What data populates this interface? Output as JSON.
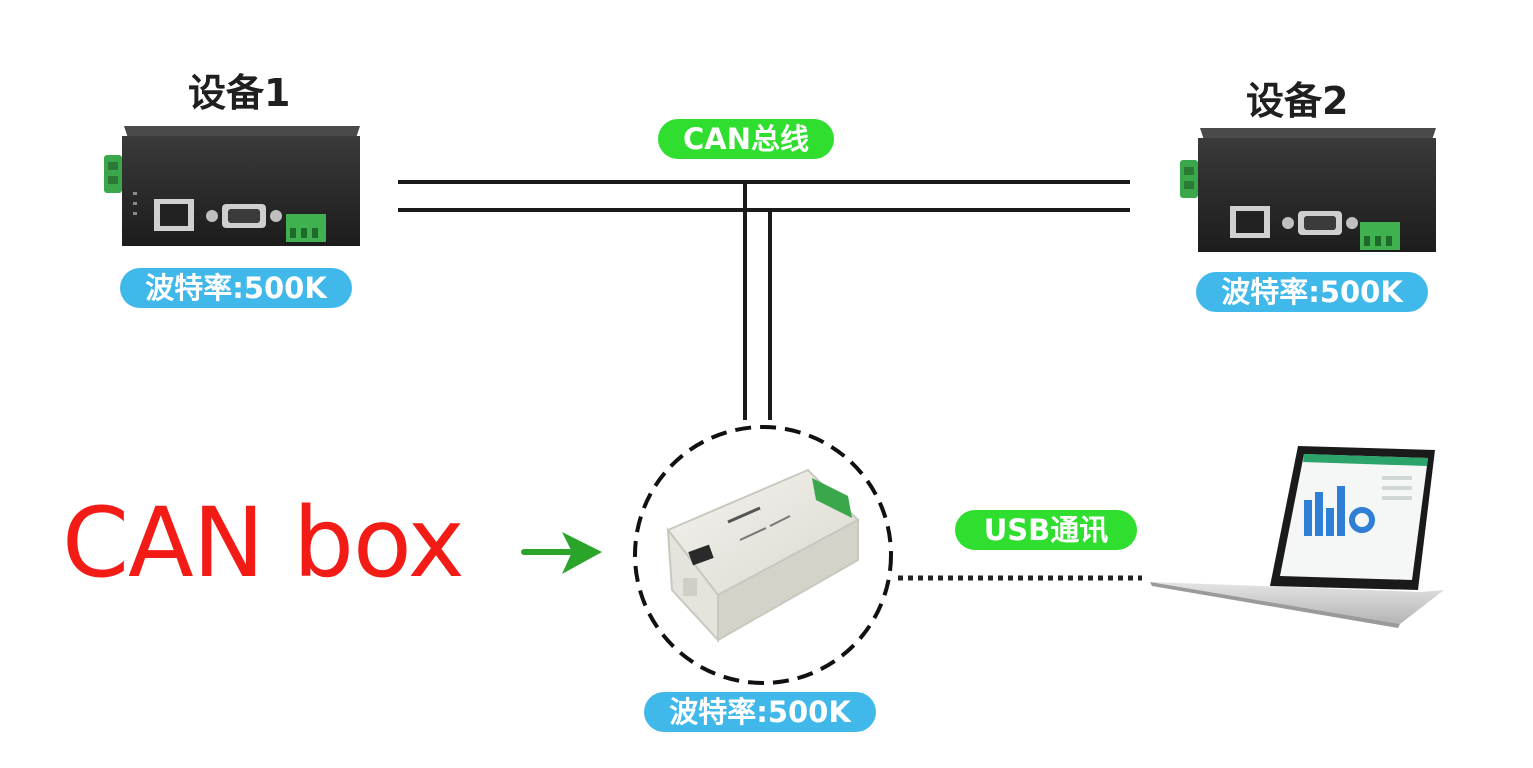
{
  "devices": [
    {
      "title": "设备1",
      "baud": "波特率:500K"
    },
    {
      "title": "设备2",
      "baud": "波特率:500K"
    }
  ],
  "bus": {
    "label": "CAN总线"
  },
  "can_box": {
    "label": "CAN box",
    "baud": "波特率:500K"
  },
  "usb": {
    "label": "USB通讯"
  },
  "colors": {
    "pill_blue": "#41b8ea",
    "pill_green": "#2fde2f",
    "annotation_red": "#f21b16",
    "arrow_green": "#2aa52a",
    "device_body": "#2b2b2b",
    "terminal_green": "#3aa84a"
  },
  "icons": [
    "industrial-device-icon",
    "rj45-port-icon",
    "db9-port-icon",
    "terminal-block-icon",
    "usb-can-adapter-icon",
    "laptop-icon",
    "arrow-right-icon"
  ]
}
